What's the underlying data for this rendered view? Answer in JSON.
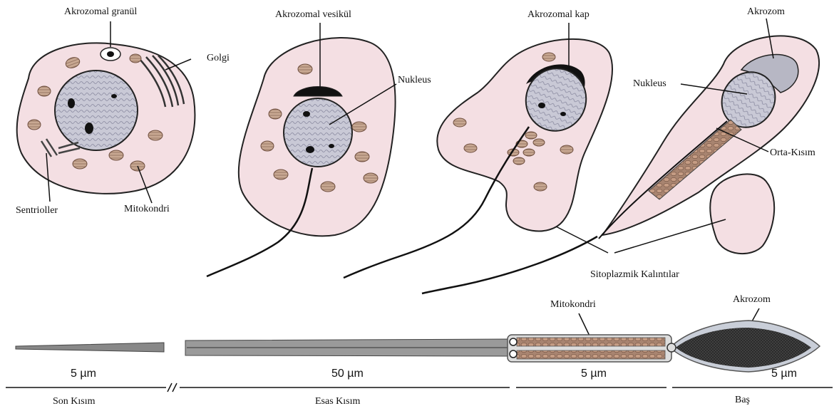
{
  "labels": {
    "akrozomal_granul": "Akrozomal granül",
    "golgi": "Golgi",
    "sentrioller": "Sentrioller",
    "mitokondri_top": "Mitokondri",
    "akrozomal_vesikul": "Akrozomal vesikül",
    "nukleus_1": "Nukleus",
    "akrozomal_kap": "Akrozomal kap",
    "akrozom_top": "Akrozom",
    "nukleus_2": "Nukleus",
    "orta_kisim": "Orta-Kısım",
    "sitoplazmik": "Sitoplazmik Kalıntılar",
    "mitokondri_bottom": "Mitokondri",
    "akrozom_bottom": "Akrozom"
  },
  "scale": {
    "son_um": "5 µm",
    "esas_um": "50 µm",
    "orta_um": "5 µm",
    "bas_um": "5 µm"
  },
  "segments": {
    "son": "Son Kısım",
    "esas": "Esas Kısım",
    "bas": "Baş"
  },
  "colors": {
    "cytoplasm": "#f4dfe3",
    "nucleus": "#c9c9d6",
    "mitochondria": "#b89a86",
    "outline": "#222222",
    "head": "#2a2a2a"
  }
}
